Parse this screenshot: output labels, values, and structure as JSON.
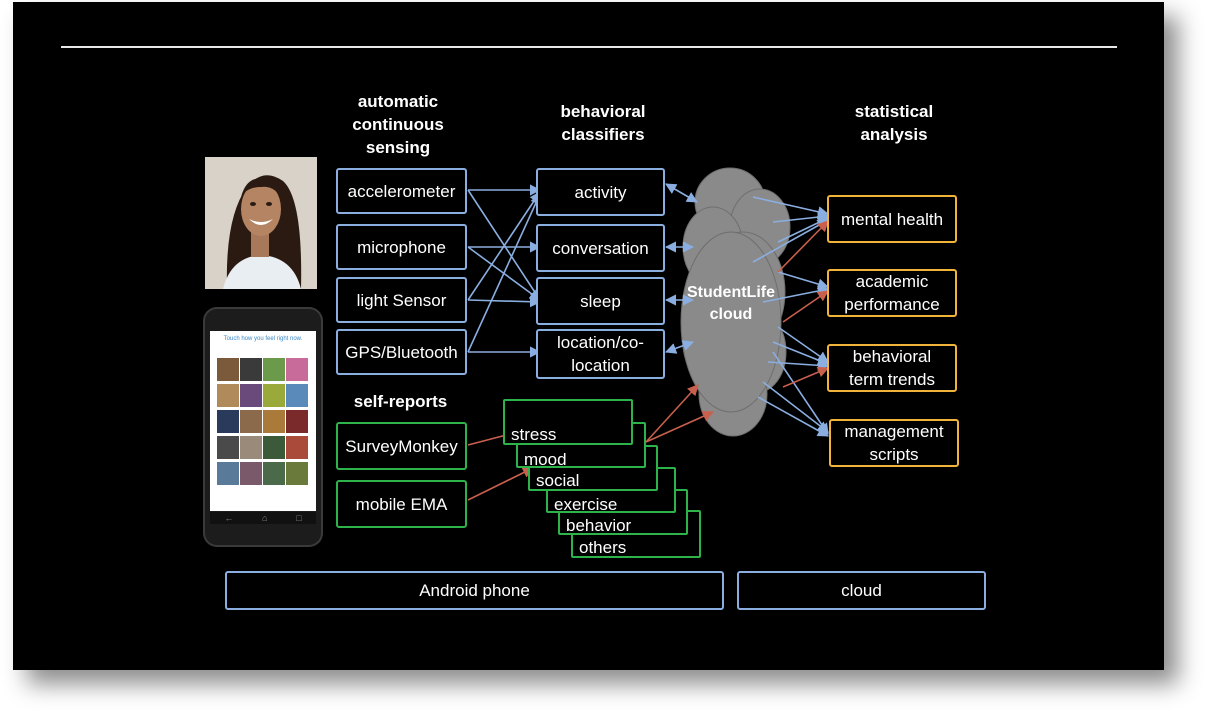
{
  "headers": {
    "sensing": [
      "automatic",
      "continuous",
      "sensing"
    ],
    "classifiers": [
      "behavioral",
      "classifiers"
    ],
    "analysis": [
      "statistical",
      "analysis"
    ],
    "self_reports": "self-reports"
  },
  "sensors": [
    "accelerometer",
    "microphone",
    "light Sensor",
    "GPS/Bluetooth"
  ],
  "classifiers": [
    "activity",
    "conversation",
    "sleep",
    "location/co-location"
  ],
  "self_report_sources": [
    "SurveyMonkey",
    "mobile EMA"
  ],
  "survey_topics": [
    "stress",
    "mood",
    "social",
    "exercise",
    "behavior",
    "others"
  ],
  "cloud_label": "StudentLife cloud",
  "outcomes": [
    "mental health",
    "academic performance",
    "behavioral term trends",
    "management scripts"
  ],
  "platforms": {
    "phone": "Android phone",
    "cloud": "cloud"
  },
  "phone_screen_caption": "Touch how you feel right now.",
  "colors": {
    "background": "#000000",
    "sensor_border": "#8aaee0",
    "self_report_border": "#2db34a",
    "outcome_border": "#f0b43a",
    "sensor_arrow": "#8aaee0",
    "self_report_arrow": "#c8604e",
    "cloud_fill": "#8a8a8a"
  }
}
